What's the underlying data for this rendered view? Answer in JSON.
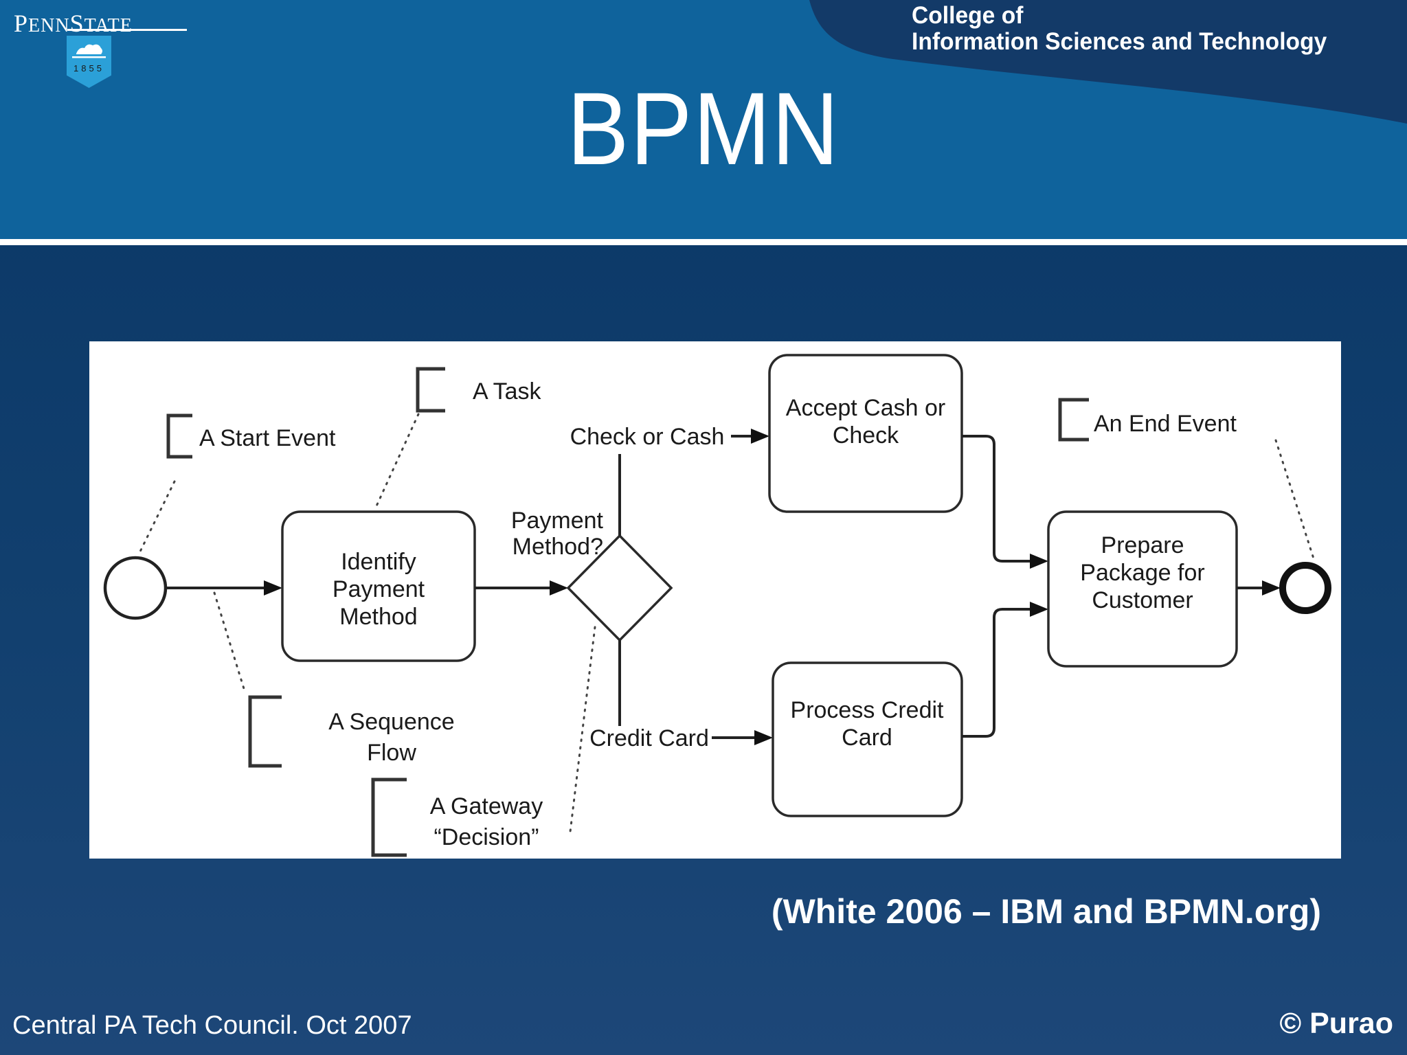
{
  "slide": {
    "title": "BPMN",
    "caption": "(White 2006 – IBM and BPMN.org)",
    "footer_left": "Central PA Tech Council. Oct 2007",
    "footer_right": "© Purao"
  },
  "logo": {
    "word_p": "P",
    "word_enn": "ENN",
    "word_s": "S",
    "word_tate": "TATE",
    "year": "1855"
  },
  "college": {
    "line1": "College of",
    "line2": "Information Sciences and Technology"
  },
  "diagram": {
    "nodes": {
      "identify": {
        "lines": [
          "Identify",
          "Payment",
          "Method"
        ]
      },
      "gateway_question": {
        "lines": [
          "Payment",
          "Method?"
        ]
      },
      "accept": {
        "lines": [
          "Accept Cash or",
          "Check"
        ]
      },
      "process": {
        "lines": [
          "Process Credit",
          "Card"
        ]
      },
      "prepare": {
        "lines": [
          "Prepare",
          "Package for",
          "Customer"
        ]
      }
    },
    "edge_labels": {
      "check_or_cash": "Check or Cash",
      "credit_card": "Credit Card"
    },
    "annotations": {
      "start": "A Start Event",
      "task": "A Task",
      "sequence_line1": "A Sequence",
      "sequence_line2": "Flow",
      "gateway_line1": "A Gateway",
      "gateway_line2": "“Decision”",
      "end": "An End Event"
    }
  },
  "colors": {
    "header_blue": "#0f639c",
    "corner_navy": "#133a68",
    "body_navy": "#12406f",
    "shield_blue": "#2ba0d8",
    "diagram_ink": "#222222",
    "white": "#ffffff"
  }
}
